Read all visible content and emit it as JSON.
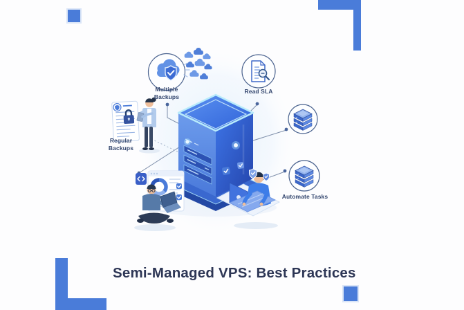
{
  "page": {
    "background": "#fdfdfe",
    "accent_blue": "#4a7cd9"
  },
  "title": {
    "text": "Semi-Managed VPS: Best Practices",
    "color": "#2d3655"
  },
  "diagram": {
    "labels": {
      "multiple_backups": "Multiple Backups",
      "read_sla": "Read SLA",
      "regular_backups": "Regular Backups",
      "automate_tasks": "Automate Tasks"
    },
    "label_color": "#33466e",
    "connector_color": "#7b8ca8",
    "icons": {
      "multiple_backups": "cloud-shield-icon",
      "read_sla": "sla-document-icon",
      "right_upper_node": "server-stack-icon",
      "automate_tasks": "server-stack-icon",
      "regular_backups_card": "lock-icon",
      "dev_dashboard": "code-icon",
      "floating": [
        "shield-icon",
        "check-badge-icon"
      ]
    },
    "server": {
      "face_light": "#5f90e8",
      "face_dark": "#2b53c4",
      "glow_rim": "#b8ebfb"
    }
  }
}
